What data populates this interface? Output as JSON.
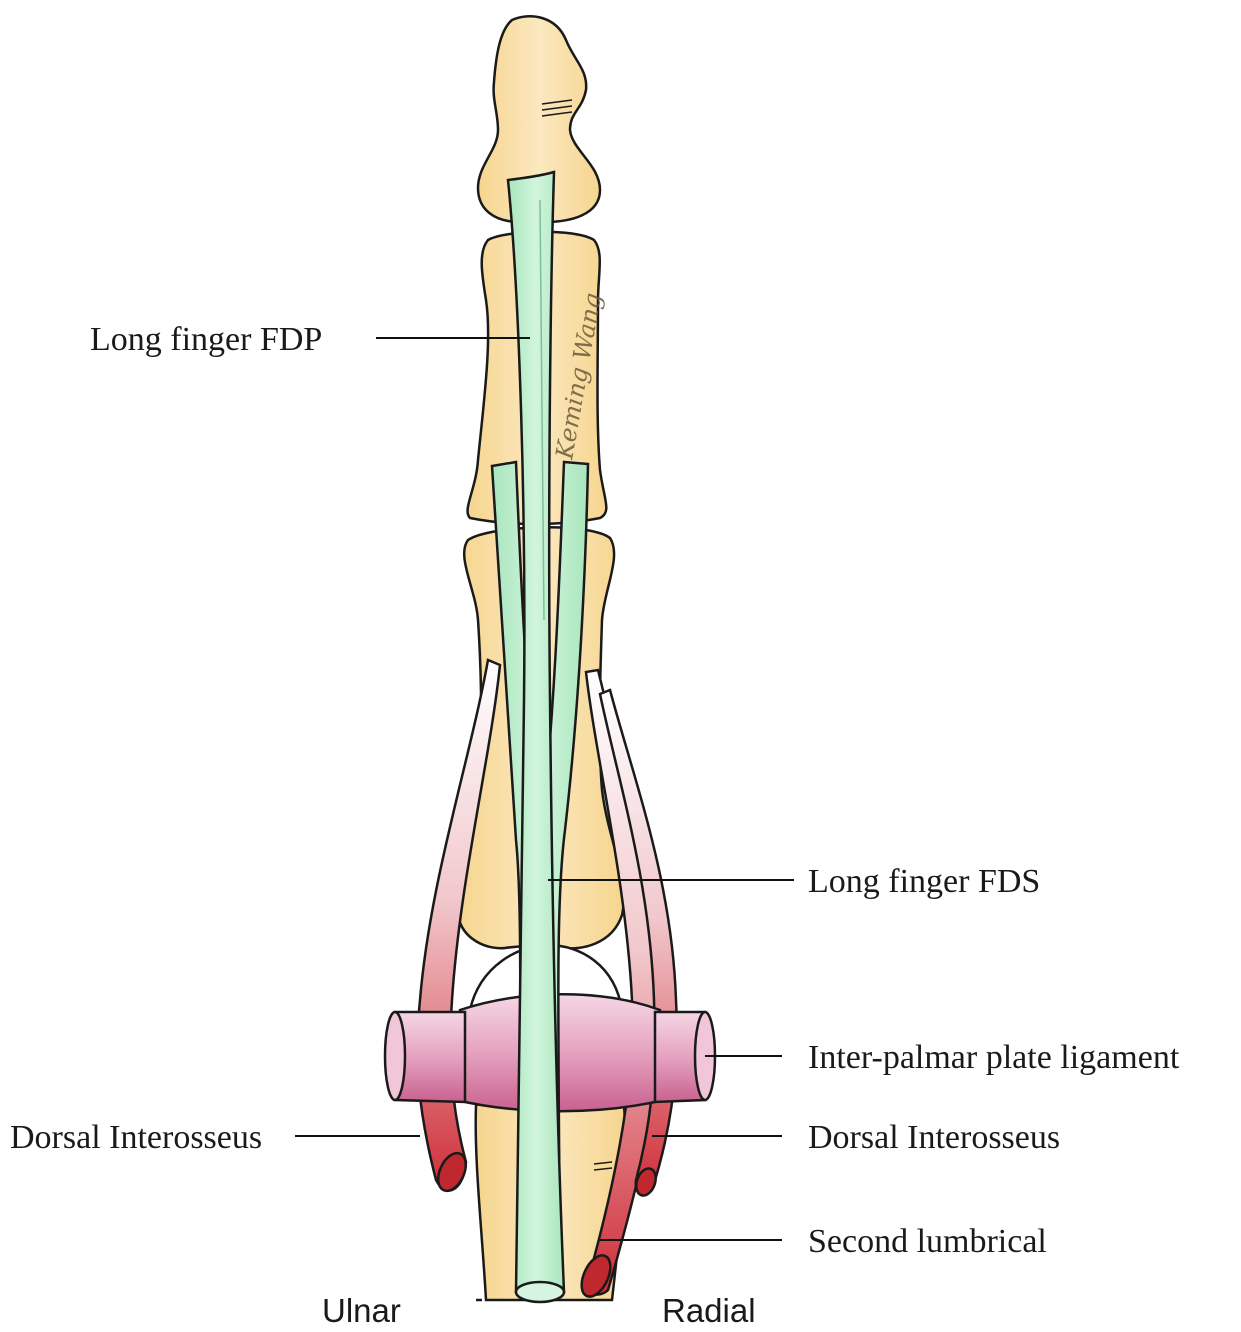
{
  "labels": {
    "fdp": "Long finger FDP",
    "fds": "Long finger FDS",
    "inter_palmar": "Inter-palmar plate ligament",
    "dorsal_interosseus_left": "Dorsal Interosseus",
    "dorsal_interosseus_right": "Dorsal Interosseus",
    "second_lumbrical": "Second lumbrical",
    "ulnar": "Ulnar",
    "radial": "Radial"
  },
  "signature": "Keming Wang",
  "colors": {
    "bone": "#f9dfa0",
    "bone_light": "#fbecc8",
    "tendon": "#b6ecc8",
    "ligament": "#d77fa6",
    "muscle": "#d2333d"
  }
}
